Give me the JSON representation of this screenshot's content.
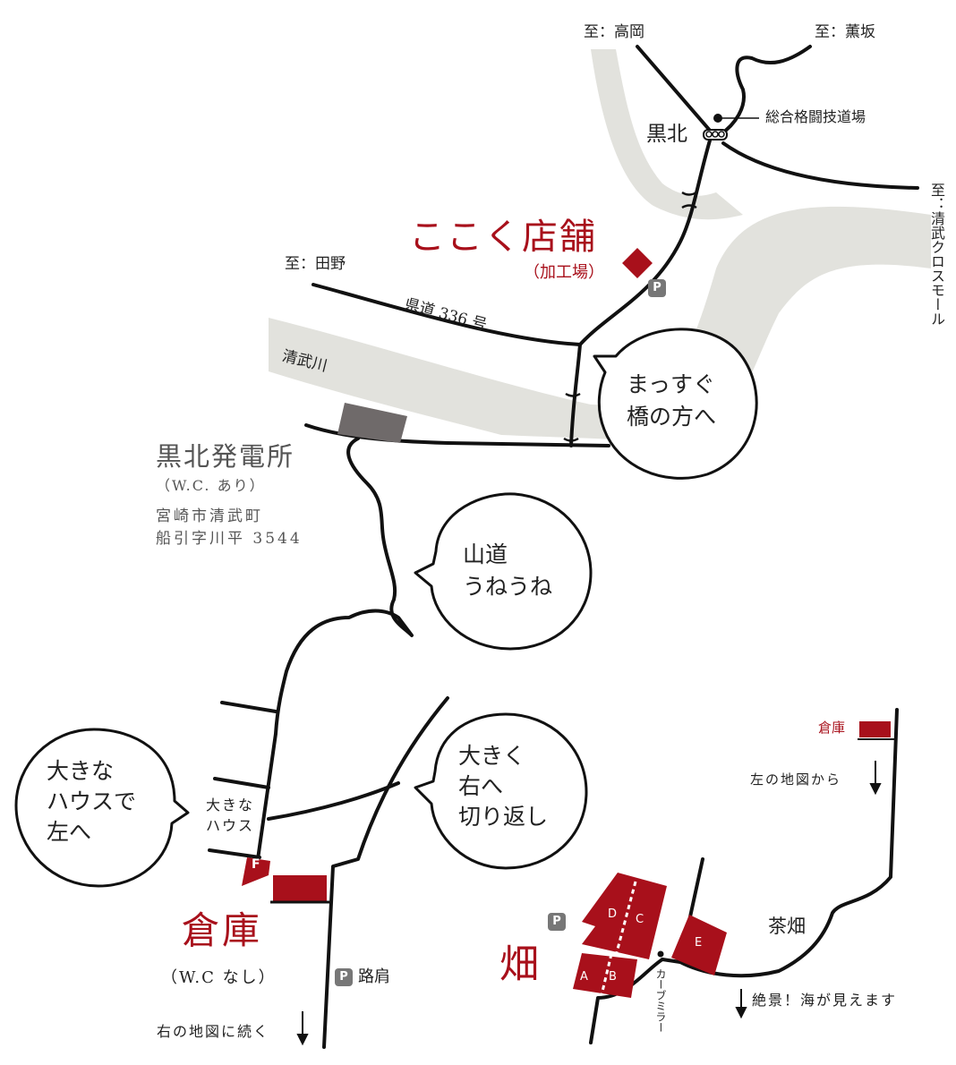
{
  "destinations": {
    "takaoka": "至：高岡",
    "kunzaka": "至：薫坂",
    "tano": "至：田野",
    "kiyotake_cross_mall": "至：清武クロスモール"
  },
  "places": {
    "kurokita": "黒北",
    "sogo_dojo": "総合格闘技道場",
    "store_name": "ここく店舗",
    "store_sub": "（加工場）",
    "route_336": "県道 336 号",
    "river": "清武川",
    "power_station": "黒北発電所",
    "power_station_wc": "（W.C. あり）",
    "address_line1": "宮崎市清武町",
    "address_line2": "船引字川平 3544",
    "big_house": "大きな\nハウス",
    "warehouse": "倉庫",
    "warehouse_wc": "（W.C なし）",
    "road_shoulder": "路肩",
    "continue_right": "右の地図に続く",
    "warehouse_small": "倉庫",
    "from_left_map": "左の地図から",
    "tea_field": "茶畑",
    "view_note": "絶景！海が見えます",
    "field": "畑",
    "curve_mirror": "カーブミラー"
  },
  "bubbles": {
    "straight": "まっすぐ\n橋の方へ",
    "mountain": "山道\nうねうね",
    "big_house_left": "大きな\nハウスで\n左へ",
    "big_right": "大きく\n右へ\n切り返し"
  },
  "markers": {
    "parking": "P",
    "warehouse_f": "F",
    "plot_a": "A",
    "plot_b": "B",
    "plot_c": "C",
    "plot_d": "D",
    "plot_e": "E"
  },
  "colors": {
    "accent_red": "#a8101b",
    "river_gray": "#e2e2dd",
    "road_black": "#111111",
    "building_gray": "#6f6a6a",
    "parking_gray": "#777777"
  }
}
